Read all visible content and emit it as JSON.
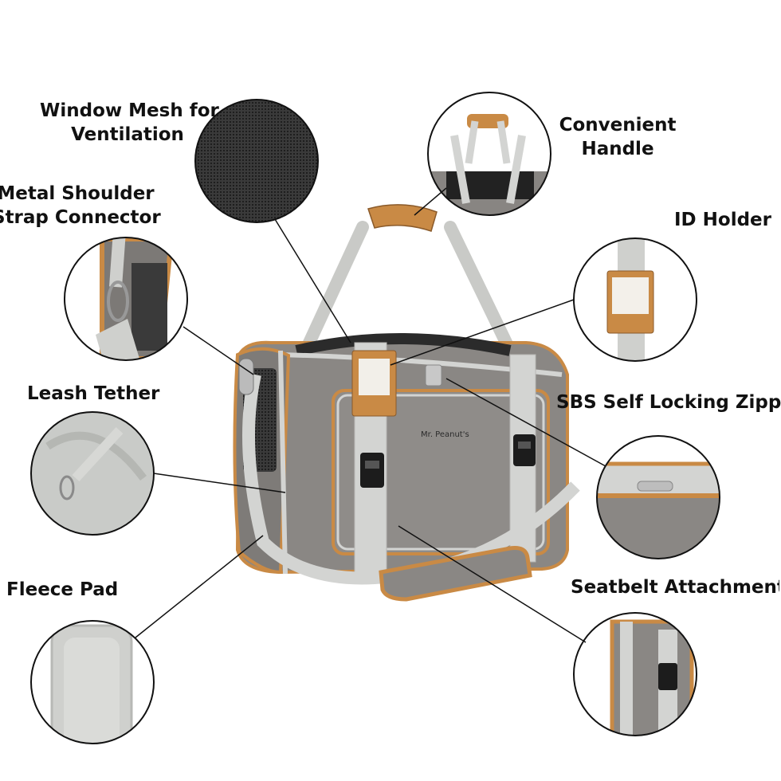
{
  "brand": "Mr. Peanut's",
  "colors": {
    "fabric": "#8a8784",
    "fabric_dark": "#6f6c69",
    "trim": "#c98a45",
    "strap": "#d3d4d2",
    "buckle": "#1c1c1c",
    "mesh": "#2f2f2f",
    "fleece": "#cfd0cd",
    "leader_line": "#111111"
  },
  "callouts": [
    {
      "id": "window-mesh",
      "lines": [
        "Window Mesh for",
        "Ventilation"
      ]
    },
    {
      "id": "handle",
      "lines": [
        "Convenient",
        "Handle"
      ]
    },
    {
      "id": "shoulder-strap-connector",
      "lines": [
        "Metal Shoulder",
        "Strap Connector"
      ]
    },
    {
      "id": "id-holder",
      "lines": [
        "ID Holder"
      ]
    },
    {
      "id": "leash-tether",
      "lines": [
        "Leash Tether"
      ]
    },
    {
      "id": "zipper",
      "lines": [
        "SBS Self Locking Zipper"
      ]
    },
    {
      "id": "fleece-pad",
      "lines": [
        "Fleece Pad"
      ]
    },
    {
      "id": "seatbelt",
      "lines": [
        "Seatbelt Attachment"
      ]
    }
  ]
}
